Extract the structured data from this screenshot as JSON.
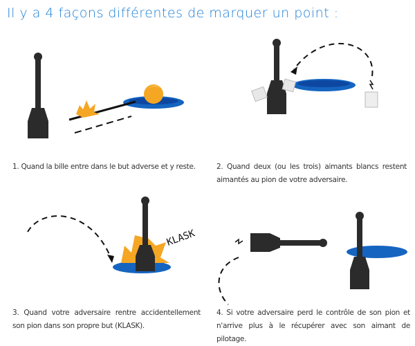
{
  "title": "Il y a 4 façons différentes de marquer un point :",
  "captions": [
    "1. Quand la bille entre dans le but adverse et y reste.",
    "2. Quand deux (ou les trois) aimants blancs restent aimantés au pion de votre adversaire.",
    "3. Quand votre adversaire rentre accidentellement son pion dans son propre but (KLASK).",
    "4. Si votre adversaire perd le contrôle de son pion et n'arrive plus à le récupérer avec son aimant de pilotage."
  ],
  "klask_label": "KLASK",
  "colors": {
    "title": "#1a7fd6",
    "hole": "#1565c0",
    "ball": "#f5a623",
    "pawn": "#2b2b2b"
  }
}
